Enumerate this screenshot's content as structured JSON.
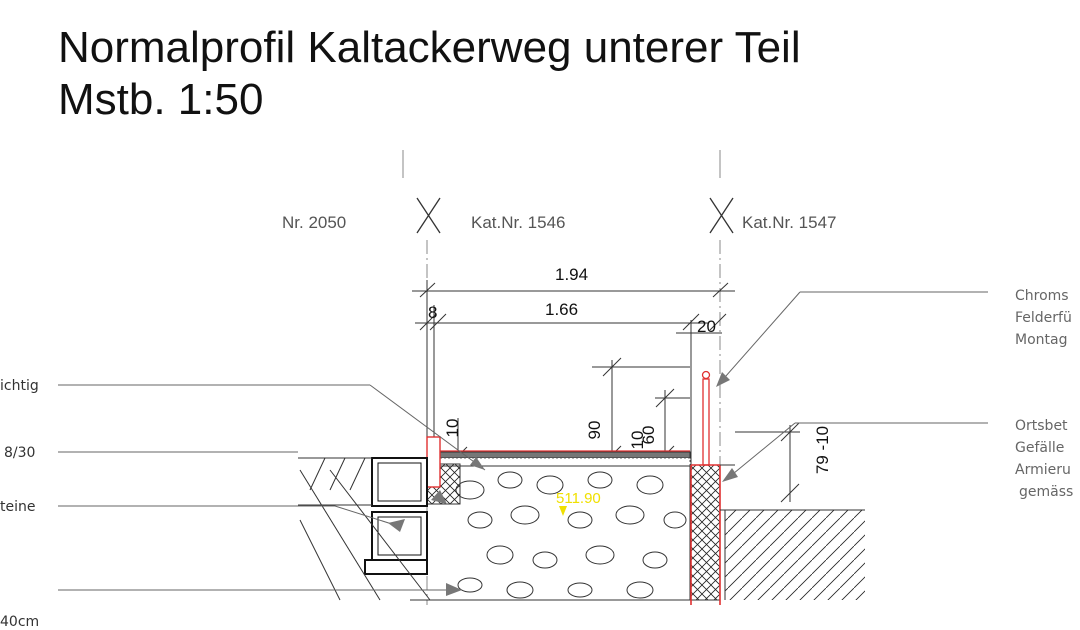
{
  "title": {
    "line1": "Normalprofil Kaltackerweg unterer Teil",
    "line2": "Mstb. 1:50"
  },
  "parcels": {
    "left": "Nr. 2050",
    "middle": "Kat.Nr. 1546",
    "right": "Kat.Nr. 1547"
  },
  "dimensions": {
    "total_width": "1.94",
    "inner_width": "1.66",
    "left_offset": "8",
    "right_offset": "20",
    "height_90": "90",
    "height_60": "60",
    "layer_left": "10",
    "layer_right": "10",
    "right_depth": "79 -10"
  },
  "elevation": "511.90",
  "notes_left": [
    "ichtig",
    "8/30",
    "teine",
    "40cm"
  ],
  "notes_right": {
    "top": [
      "Chroms",
      "Felderfü",
      "Montag"
    ],
    "bottom": [
      "Ortsbet",
      "Gefälle",
      "Armieru",
      "gemäss"
    ]
  },
  "colors": {
    "line": "#333333",
    "red": "#e03030",
    "yellow": "#f0e000",
    "leader": "#666666"
  }
}
